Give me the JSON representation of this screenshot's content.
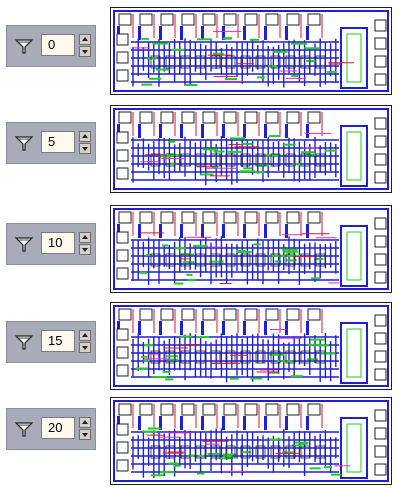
{
  "panels": [
    {
      "value": "0",
      "icon": "funnel-icon"
    },
    {
      "value": "5",
      "icon": "funnel-icon"
    },
    {
      "value": "10",
      "icon": "funnel-icon"
    },
    {
      "value": "15",
      "icon": "funnel-icon"
    },
    {
      "value": "20",
      "icon": "funnel-icon"
    }
  ],
  "colors": {
    "panel": "#a8abb8",
    "field": "#fff8ec",
    "metal_blue": "#1f1fd6",
    "poly_green": "#22cc22",
    "red": "#e0103a",
    "magenta": "#e02cc8"
  }
}
